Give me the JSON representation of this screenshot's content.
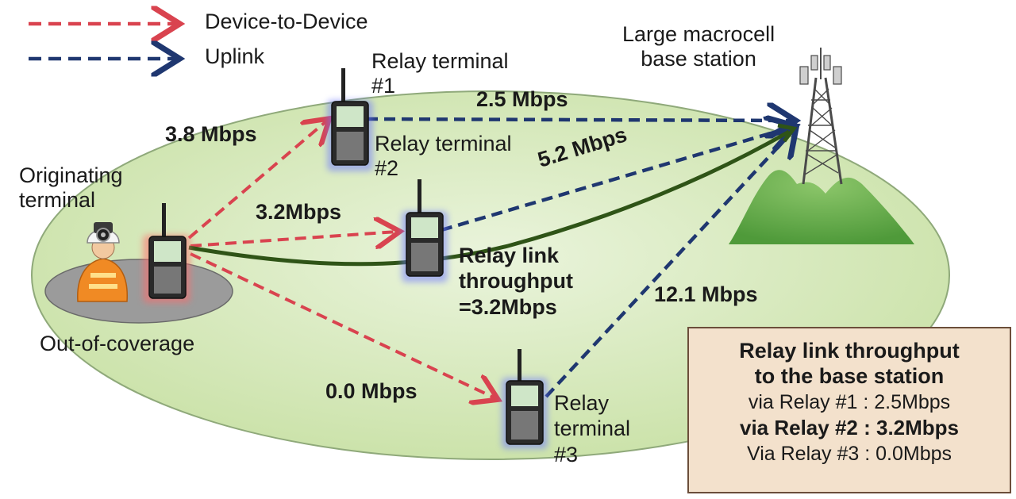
{
  "legend": {
    "d2d_label": "Device-to-Device",
    "uplink_label": "Uplink"
  },
  "labels": {
    "base_station": "Large macrocell\nbase station",
    "originating": "Originating\nterminal",
    "out_of_coverage": "Out-of-coverage",
    "relay1": "Relay terminal\n#1",
    "relay2": "Relay terminal\n#2",
    "relay3": "Relay\nterminal\n#3",
    "relay_link": "Relay link\nthroughput\n=3.2Mbps"
  },
  "rates": {
    "d2d_relay1": "3.8 Mbps",
    "d2d_relay2": "3.2Mbps",
    "d2d_relay3": "0.0 Mbps",
    "uplink_relay1": "2.5 Mbps",
    "uplink_relay2": "5.2 Mbps",
    "uplink_relay3": "12.1 Mbps"
  },
  "summary": {
    "title": "Relay link throughput\nto the base station",
    "rows": [
      "via Relay #1 : 2.5Mbps",
      "via Relay #2 : 3.2Mbps",
      "Via Relay #3 : 0.0Mbps"
    ]
  },
  "colors": {
    "d2d": "#d9434f",
    "uplink": "#1f3770",
    "relay_path": "#2f5417",
    "coverage_fill": "#d7e9bd",
    "mountain": "#6fb04a",
    "summary_bg": "#f3e1cc"
  }
}
